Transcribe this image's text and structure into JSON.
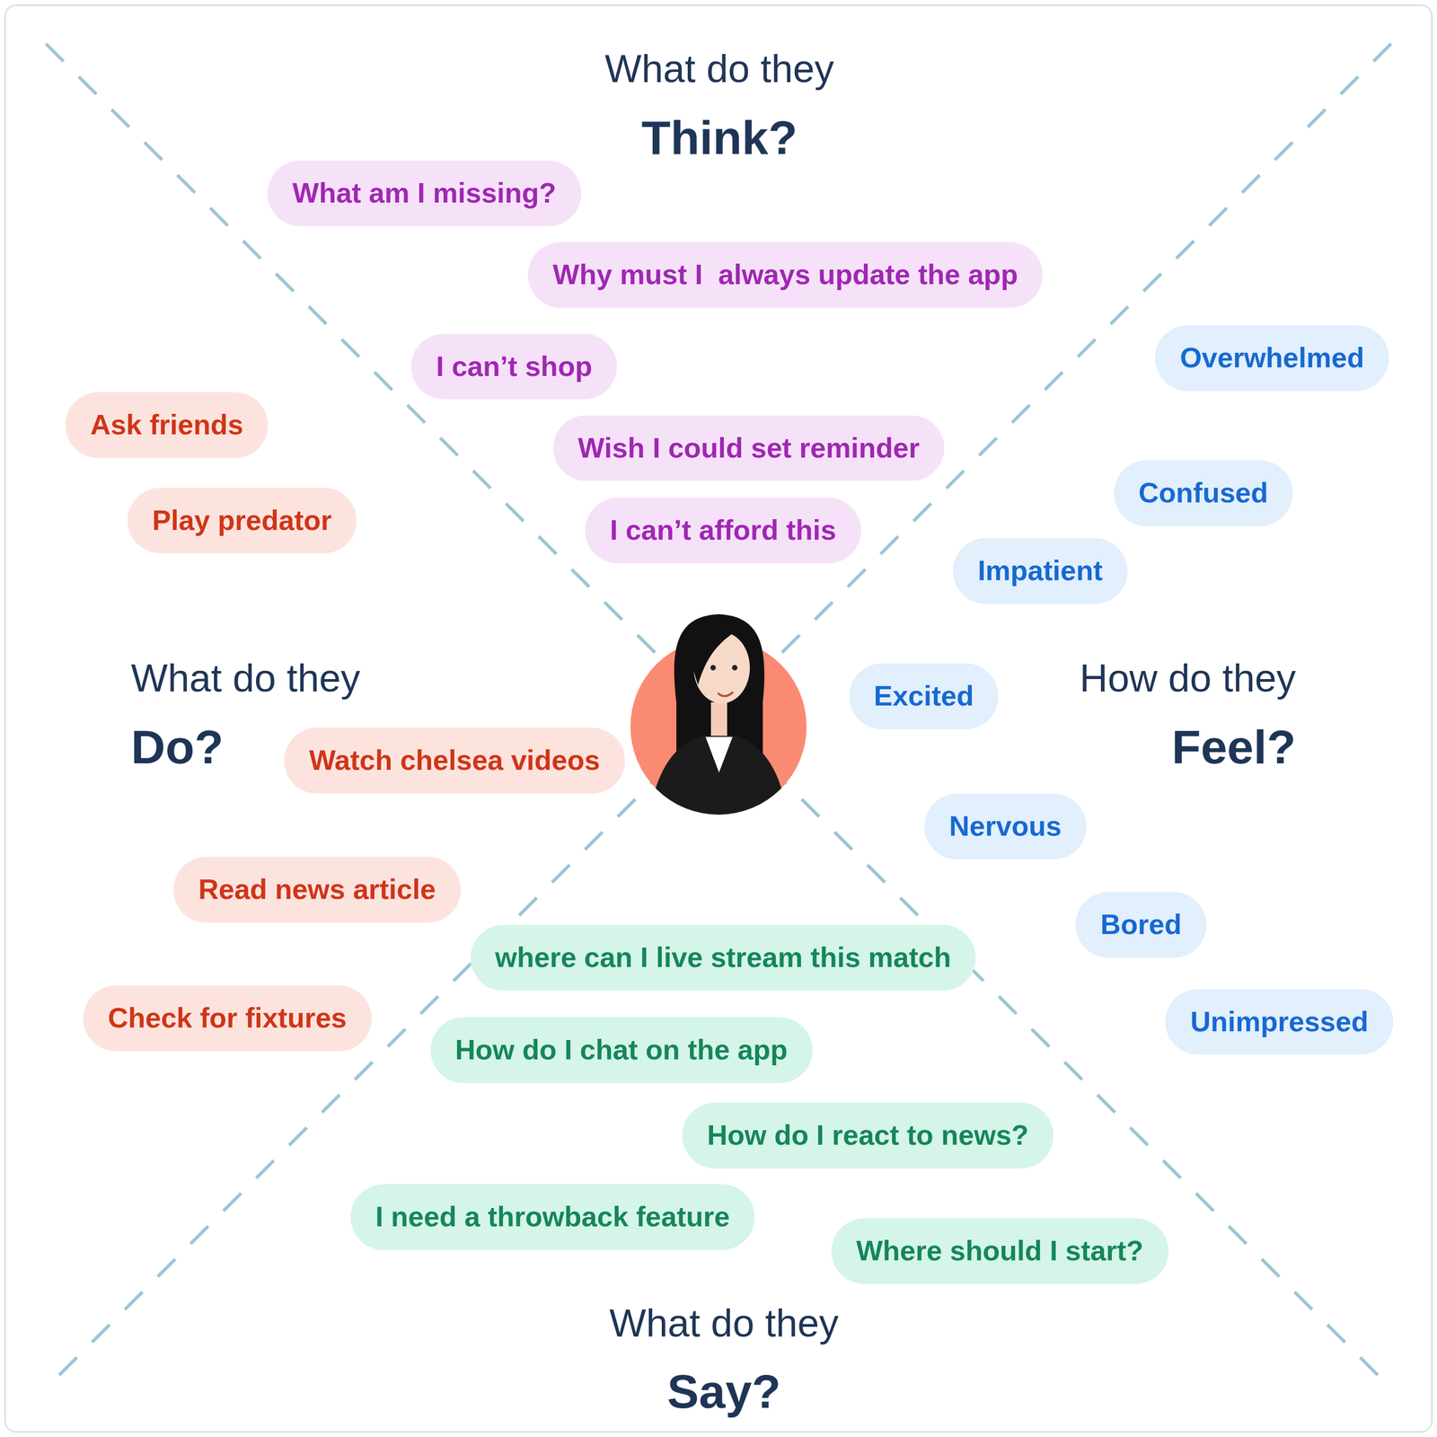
{
  "diagram": {
    "nodes": [
      {
        "text": [
          "What am I missing?"
        ]
      },
      {
        "text": [
          "Why must I  always update the app"
        ]
      },
      {
        "text": [
          "I can’t shop"
        ]
      },
      {
        "text": [
          "Wish I could set reminder"
        ]
      },
      {
        "text": [
          "I can’t afford this"
        ]
      },
      {
        "text": [
          "Overwhelmed"
        ]
      },
      {
        "text": [
          "Confused"
        ]
      },
      {
        "text": [
          "Impatient"
        ]
      },
      {
        "text": [
          "Excited"
        ]
      },
      {
        "text": [
          "Nervous"
        ]
      },
      {
        "text": [
          "Bored"
        ]
      },
      {
        "text": [
          "Unimpressed"
        ]
      },
      {
        "text": [
          "Ask friends"
        ]
      },
      {
        "text": [
          "Play predator"
        ]
      },
      {
        "text": [
          "Watch chelsea videos"
        ]
      },
      {
        "text": [
          "Read news article"
        ]
      },
      {
        "text": [
          "Check for fixtures"
        ]
      },
      {
        "text": [
          "where can I live stream this match"
        ]
      },
      {
        "text": [
          "How do I chat on the app"
        ]
      },
      {
        "text": [
          "How do I react to news?"
        ]
      },
      {
        "text": [
          "I need a throwback feature"
        ]
      },
      {
        "text": [
          "Where should I start?"
        ]
      }
    ],
    "labels": [
      "What do they",
      "Think?",
      "What do they",
      "Do?",
      "How do they",
      "Feel?",
      "What do they",
      "Say?"
    ]
  }
}
